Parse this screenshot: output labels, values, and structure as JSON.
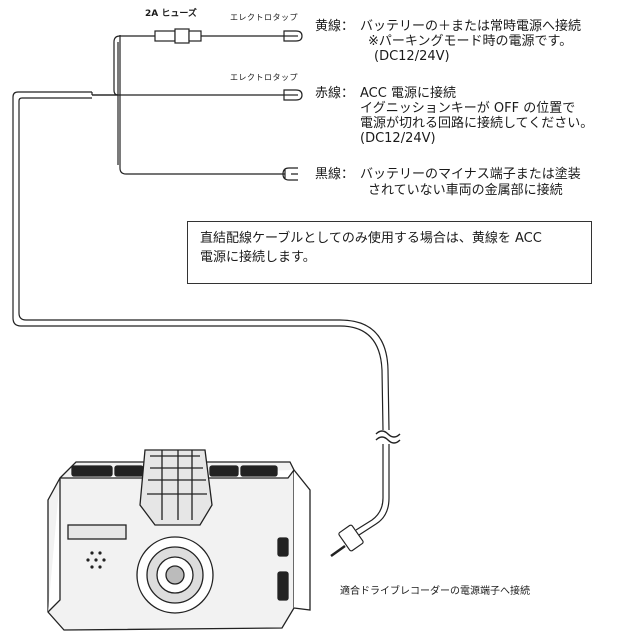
{
  "wires": {
    "fuse_label": "2A ヒューズ",
    "tap_label_top": "エレクトロタップ",
    "tap_label_mid": "エレクトロタップ",
    "yellow": {
      "name": "黄線：",
      "lines": [
        "バッテリーの＋または常時電源へ接続",
        "※パーキングモード時の電源です。",
        "(DC12/24V)"
      ]
    },
    "red": {
      "name": "赤線：",
      "lines": [
        "ACC 電源に接続",
        "イグニッションキーが OFF の位置で",
        "電源が切れる回路に接続してください。",
        "(DC12/24V)"
      ]
    },
    "black": {
      "name": "黒線：",
      "lines": [
        "バッテリーのマイナス端子または塗装",
        "されていない車両の金属部に接続"
      ]
    }
  },
  "note": {
    "lines": [
      "直結配線ケーブルとしてのみ使用する場合は、黄線を ACC",
      "電源に接続します。"
    ]
  },
  "connector_label": "適合ドライブレコーダーの電源端子へ接続"
}
